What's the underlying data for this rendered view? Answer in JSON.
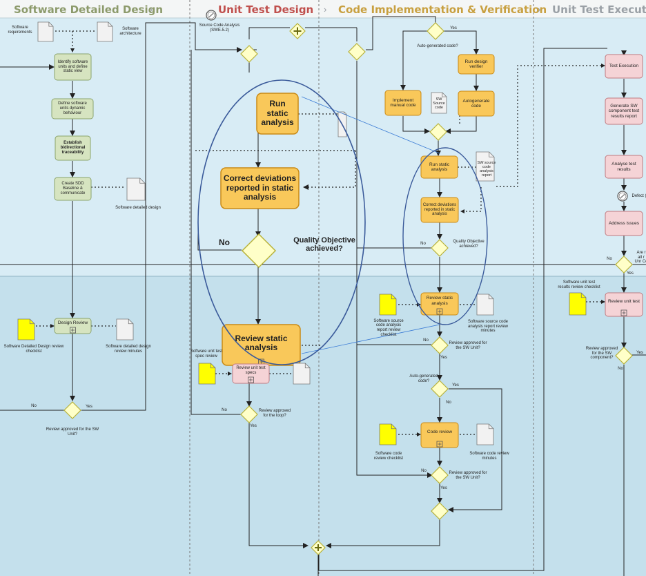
{
  "lanes": {
    "design": "Software Detailed Design",
    "test_design": "Unit Test Design",
    "implementation": "Code Implementation & Verification",
    "execution": "Unit Test Execution"
  },
  "colors": {
    "green": "#d6e4c0",
    "green_border": "#8aa36b",
    "orange": "#f9c85a",
    "orange_border": "#c98a16",
    "pink": "#f5d3d6",
    "pink_border": "#c07a80",
    "yellow_doc": "#ffff00",
    "gateway": "#ffffc8",
    "gateway_border": "#b8b23a",
    "lane_top": "#d8ecf5",
    "lane_bottom": "#c4e0ec",
    "ellipse": "#3a5a9a"
  },
  "design": {
    "doc_req": "Software requirements",
    "doc_arch": "Software architecture",
    "identify": "Identify software units and define static view",
    "dynamic": "Define software units dynamic behaviour",
    "trace": "Establish bidirectional traceability",
    "baseline": "Create SDD Baseline & communicate",
    "doc_sdd": "Software detailed design",
    "review": "Design Review",
    "doc_checklist": "Software Detailed Design review checklist",
    "doc_minutes": "Software detailed design review minutes",
    "gw_label": "Review approved for the SW Unit?",
    "no": "No",
    "yes": "Yes"
  },
  "test_design": {
    "source_ref": "Source Code Analysis (SWE.5.2)",
    "run_static": "Run static analysis",
    "correct": "Correct deviations reported in static analysis",
    "quality_q": "Quality Objective achieved?",
    "no": "No",
    "review_static": "Review static analysis",
    "doc_spec": "Software unit test spec review",
    "review_specs": "Review unit test specs",
    "gw_label": "Review approved for the loop?",
    "no2": "No",
    "yes": "Yes"
  },
  "implementation": {
    "auto_q": "Auto-generated code?",
    "yes": "Yes",
    "design_verifier": "Run design verifier",
    "manual": "Implement manual code",
    "doc_source": "SW Source code",
    "autogen": "Autogenerate code",
    "run_static": "Run static analysis",
    "doc_report": "SW source code analysis report",
    "correct": "Correct deviations reported in static analysis",
    "no": "No",
    "quality_q": "Quality Objective achieved?",
    "review_static": "Review static analysis",
    "doc_checklist": "Software source code analysis report review checklist",
    "doc_minutes": "Software source code analysis report review minutes",
    "no2": "No",
    "review_q": "Review approved for the SW Unit?",
    "yes2": "Yes",
    "auto_q2": "Auto-generated code?",
    "yes3": "Yes",
    "no3": "No",
    "code_review": "Code review",
    "doc_code_checklist": "Software code review checklist",
    "doc_code_minutes": "Software code review minutes",
    "no4": "No",
    "review_q2": "Review approved for the SW Unit?",
    "yes4": "Yes"
  },
  "execution": {
    "test_exec": "Test Execution",
    "generate": "Generate SW component test results report",
    "analyse": "Analyse test results",
    "defect": "Defect (",
    "address": "Address issues",
    "are": "Are r all r Unr Co",
    "no": "No",
    "yes": "Yes",
    "doc_checklist": "Software unit test results review checklist",
    "review": "Review unit test",
    "review_q": "Review approved for the SW component?",
    "yes2": "Yes",
    "no2": "No"
  }
}
